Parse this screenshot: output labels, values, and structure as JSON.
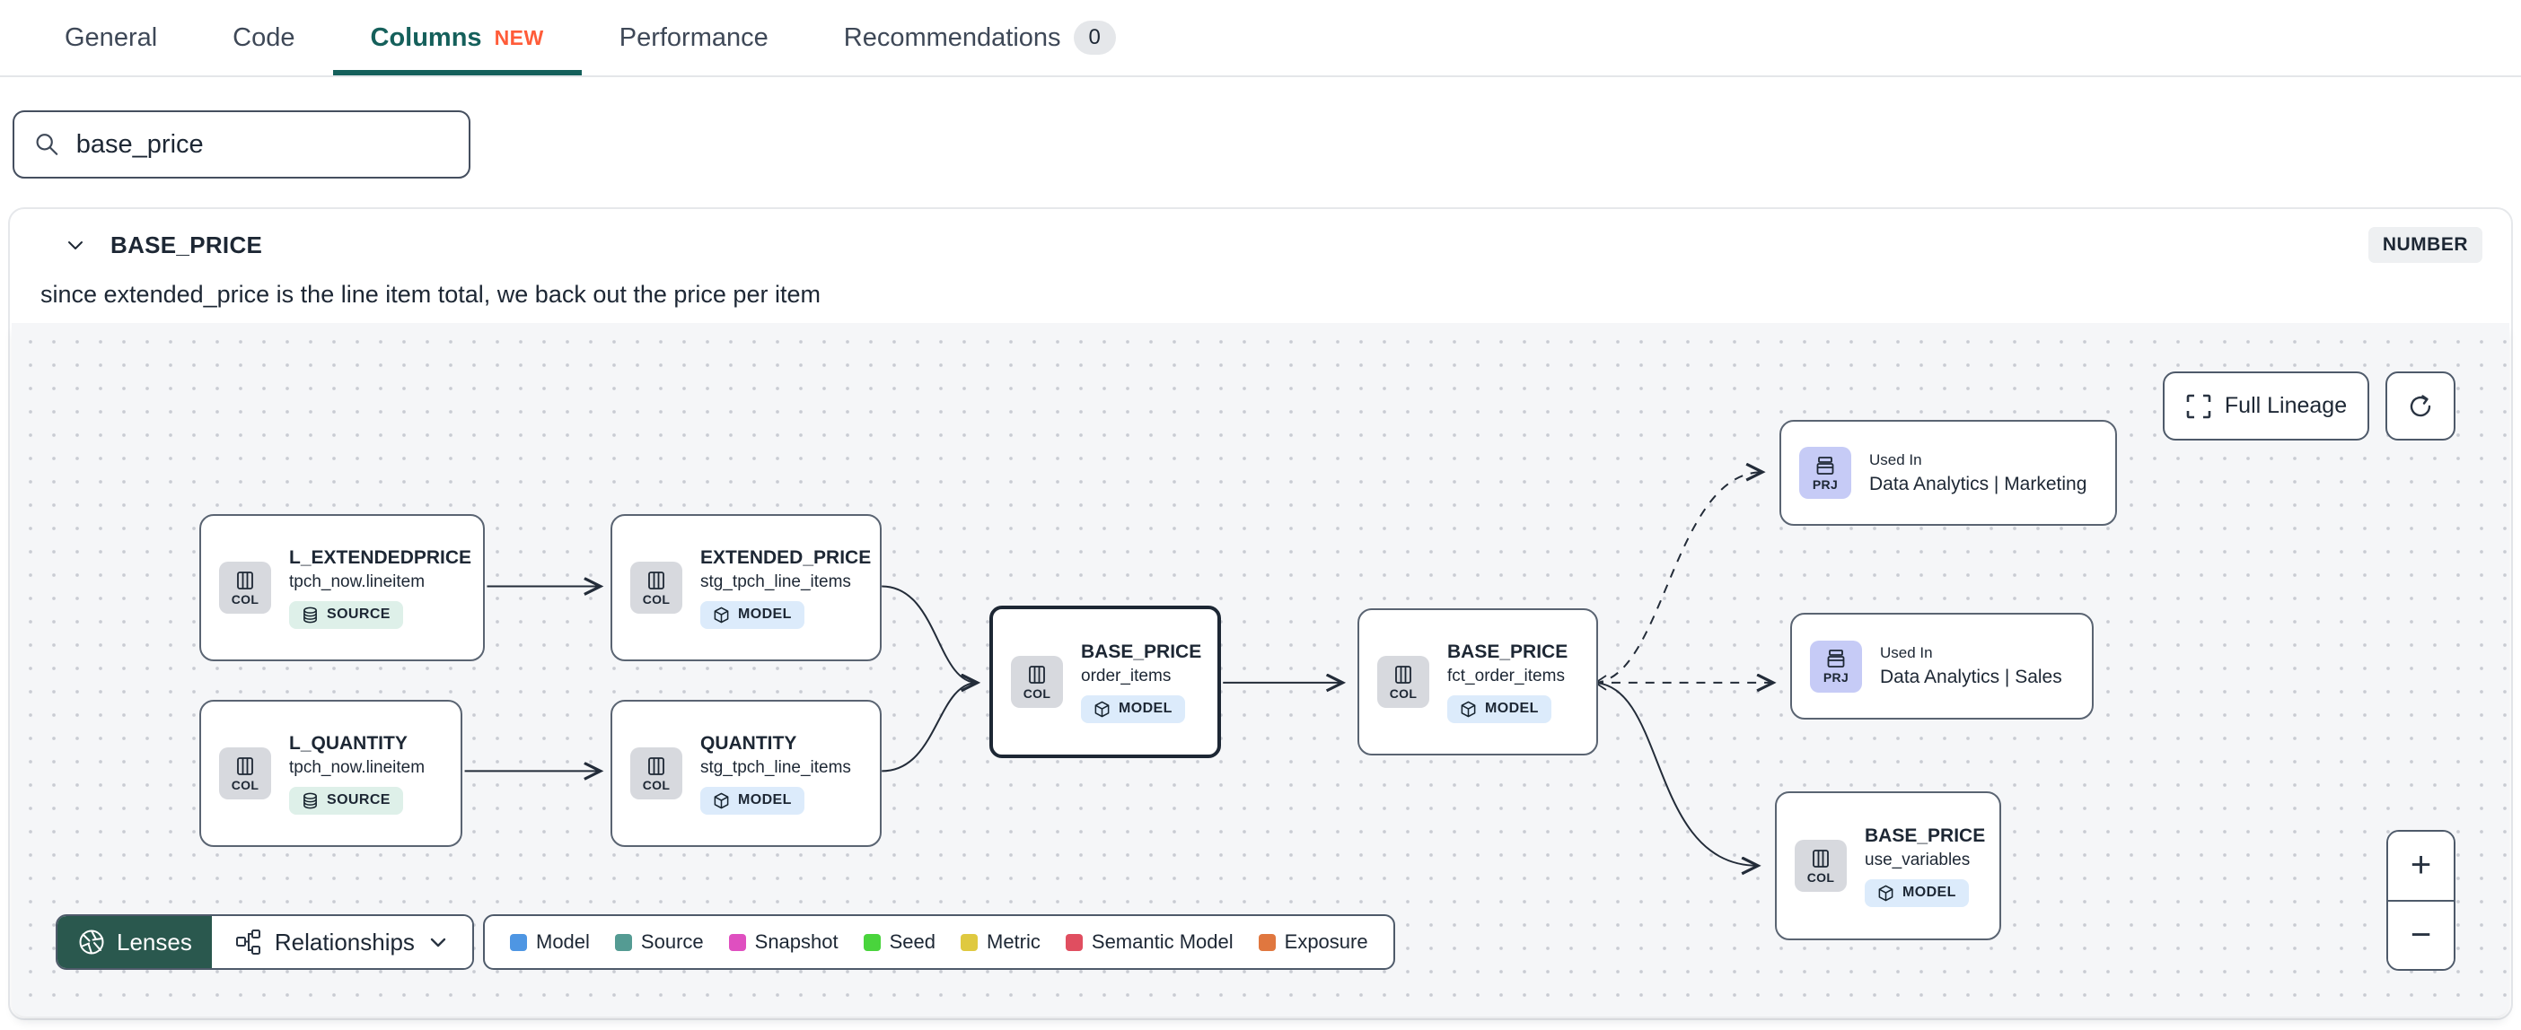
{
  "tabs": {
    "items": [
      {
        "label": "General"
      },
      {
        "label": "Code"
      },
      {
        "label": "Columns",
        "badge": "NEW"
      },
      {
        "label": "Performance"
      },
      {
        "label": "Recommendations",
        "count": "0"
      }
    ]
  },
  "search": {
    "value": "base_price"
  },
  "panel": {
    "title": "BASE_PRICE",
    "type_badge": "NUMBER",
    "description": "since extended_price is the line item total, we back out the price per item"
  },
  "toolbar": {
    "full_lineage": "Full Lineage",
    "lenses": "Lenses",
    "relationships": "Relationships",
    "zoom_in": "+",
    "zoom_out": "−"
  },
  "legend": {
    "items": [
      {
        "label": "Model",
        "color": "#4e96e3"
      },
      {
        "label": "Source",
        "color": "#549b93"
      },
      {
        "label": "Snapshot",
        "color": "#df4fc0"
      },
      {
        "label": "Seed",
        "color": "#49d43c"
      },
      {
        "label": "Metric",
        "color": "#dfc940"
      },
      {
        "label": "Semantic Model",
        "color": "#e04e60"
      },
      {
        "label": "Exposure",
        "color": "#e0773f"
      }
    ]
  },
  "nodes": {
    "l_extendedprice": {
      "chip": "COL",
      "title": "L_EXTENDEDPRICE",
      "subtitle": "tpch_now.lineitem",
      "badge": "SOURCE"
    },
    "extended_price": {
      "chip": "COL",
      "title": "EXTENDED_PRICE",
      "subtitle": "stg_tpch_line_items",
      "badge": "MODEL"
    },
    "l_quantity": {
      "chip": "COL",
      "title": "L_QUANTITY",
      "subtitle": "tpch_now.lineitem",
      "badge": "SOURCE"
    },
    "quantity": {
      "chip": "COL",
      "title": "QUANTITY",
      "subtitle": "stg_tpch_line_items",
      "badge": "MODEL"
    },
    "base_price_order_items": {
      "chip": "COL",
      "title": "BASE_PRICE",
      "subtitle": "order_items",
      "badge": "MODEL"
    },
    "base_price_fct": {
      "chip": "COL",
      "title": "BASE_PRICE",
      "subtitle": "fct_order_items",
      "badge": "MODEL"
    },
    "used_in_marketing": {
      "chip": "PRJ",
      "eyebrow": "Used In",
      "title": "Data Analytics | Marketing"
    },
    "used_in_sales": {
      "chip": "PRJ",
      "eyebrow": "Used In",
      "title": "Data Analytics | Sales"
    },
    "base_price_use_variables": {
      "chip": "COL",
      "title": "BASE_PRICE",
      "subtitle": "use_variables",
      "badge": "MODEL"
    }
  }
}
